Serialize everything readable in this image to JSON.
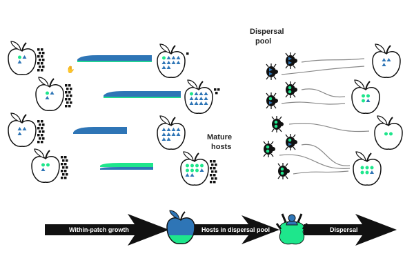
{
  "colors": {
    "blue": "#2e75b6",
    "green": "#1ee68c",
    "black": "#111111",
    "line": "#888888"
  },
  "labels": {
    "dispersal_pool_line1": "Dispersal",
    "dispersal_pool_line2": "pool",
    "mature_hosts_line1": "Mature",
    "mature_hosts_line2": "hosts"
  },
  "timeline": {
    "stage1": "Within-patch growth",
    "stage2": "Hosts in dispersal pool",
    "stage3": "Dispersal"
  },
  "patches": [
    {
      "initial": {
        "blue": 2,
        "green": 1
      },
      "growth": {
        "blue_frac": 0.85,
        "green_frac": 0.15
      },
      "mature": {
        "blue": 9,
        "green": 1
      },
      "mites_initial": 14,
      "mites_mature": 1
    },
    {
      "initial": {
        "blue": 2,
        "green": 1
      },
      "growth": {
        "blue_frac": 0.85,
        "green_frac": 0.15
      },
      "mature": {
        "blue": 11,
        "green": 1
      },
      "mites_initial": 14,
      "mites_mature": 3
    },
    {
      "initial": {
        "blue": 3,
        "green": 0
      },
      "growth": {
        "blue_frac": 1.0,
        "green_frac": 0.0
      },
      "mature": {
        "blue": 10,
        "green": 0
      },
      "mites_initial": 14,
      "mites_mature": 0
    },
    {
      "initial": {
        "blue": 1,
        "green": 2
      },
      "growth": {
        "blue_frac": 0.4,
        "green_frac": 0.6
      },
      "mature": {
        "blue": 3,
        "green": 7
      },
      "mites_initial": 14,
      "mites_mature": 14
    }
  ],
  "dispersers": [
    {
      "marks": [
        "blue",
        "blue"
      ]
    },
    {
      "marks": [
        "blue",
        "blue"
      ]
    },
    {
      "marks": [
        "green",
        "green"
      ]
    },
    {
      "marks": [
        "green",
        "blue"
      ]
    },
    {
      "marks": [
        "green",
        "green"
      ]
    },
    {
      "marks": [
        "green",
        "blue"
      ]
    },
    {
      "marks": [
        "green",
        "green"
      ]
    },
    {
      "marks": [
        "green",
        "green"
      ]
    }
  ],
  "new_patches": [
    {
      "blue": 3,
      "green": 0
    },
    {
      "blue": 1,
      "green": 3
    },
    {
      "blue": 0,
      "green": 2
    },
    {
      "blue": 1,
      "green": 5
    }
  ]
}
